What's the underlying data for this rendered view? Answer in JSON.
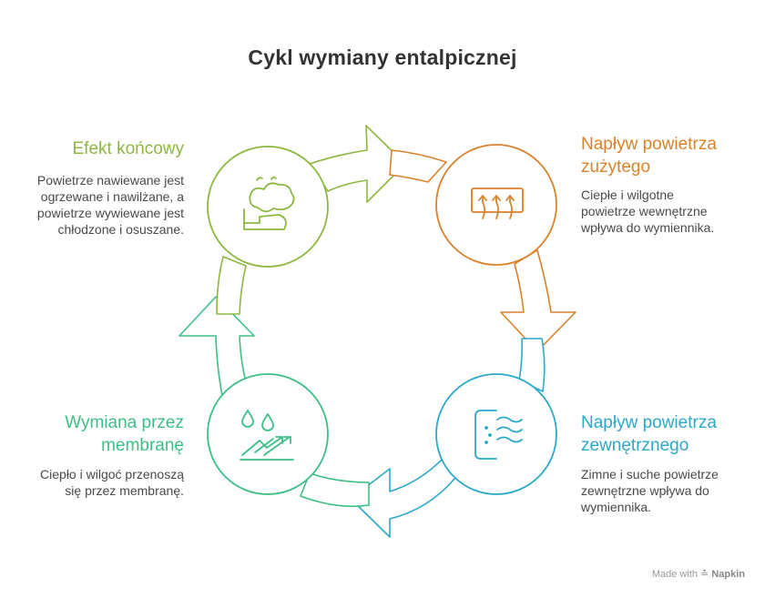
{
  "title": "Cykl wymiany entalpicznej",
  "colors": {
    "green": "#8DB840",
    "orange": "#D9822B",
    "blue": "#2BA9C9",
    "teal": "#3CBF87"
  },
  "steps": [
    {
      "title": "Napływ powietrza\nzużytego",
      "description": "Ciepłe i wilgotne\npowietrze wewnętrzne\nwpływa do wymiennika.",
      "icon": "heater-airflow-icon"
    },
    {
      "title": "Napływ powietrza\nzewnętrznego",
      "description": "Zimne i suche powietrze\nzewnętrzne wpływa do\nwymiennika.",
      "icon": "cold-air-wind-icon"
    },
    {
      "title": "Wymiana przez\nmembranę",
      "description": "Ciepło i wilgoć przenoszą\nsię przez membranę.",
      "icon": "drops-exchange-icon"
    },
    {
      "title": "Efekt końcowy",
      "description": "Powietrze nawiewane jest\nogrzewane i nawilżane, a\npowietrze wywiewane jest\nchłodzone i osuszane.",
      "icon": "humidifier-steam-icon"
    }
  ],
  "footer": {
    "made_with": "Made with",
    "brand": "Napkin"
  }
}
